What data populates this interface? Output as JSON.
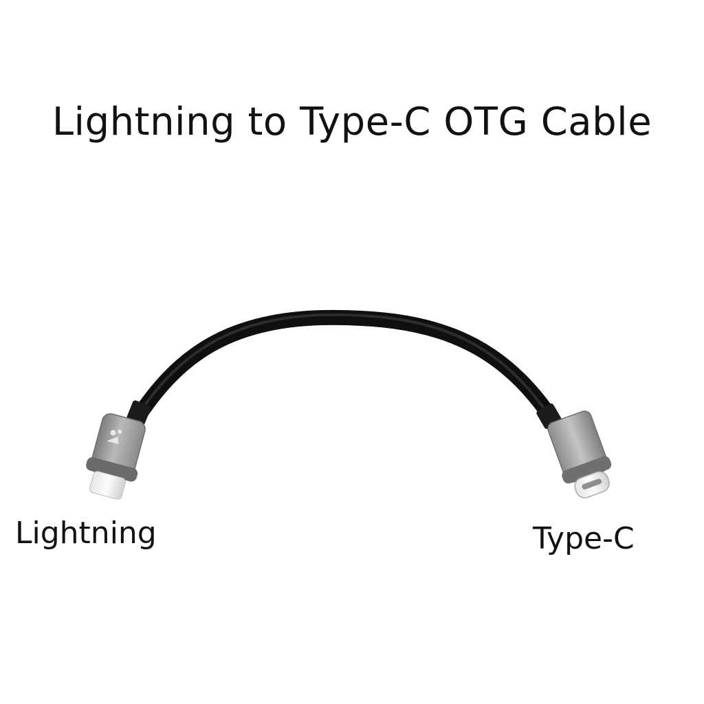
{
  "title": "Lightning to Type-C OTG Cable",
  "labels": {
    "left": "Lightning",
    "right": "Type-C"
  },
  "colors": {
    "background": "#ffffff",
    "text": "#111111",
    "cable": "#1a1a1a",
    "connector_housing": "#9a9a9a",
    "connector_metal": "#d8d8d8"
  }
}
